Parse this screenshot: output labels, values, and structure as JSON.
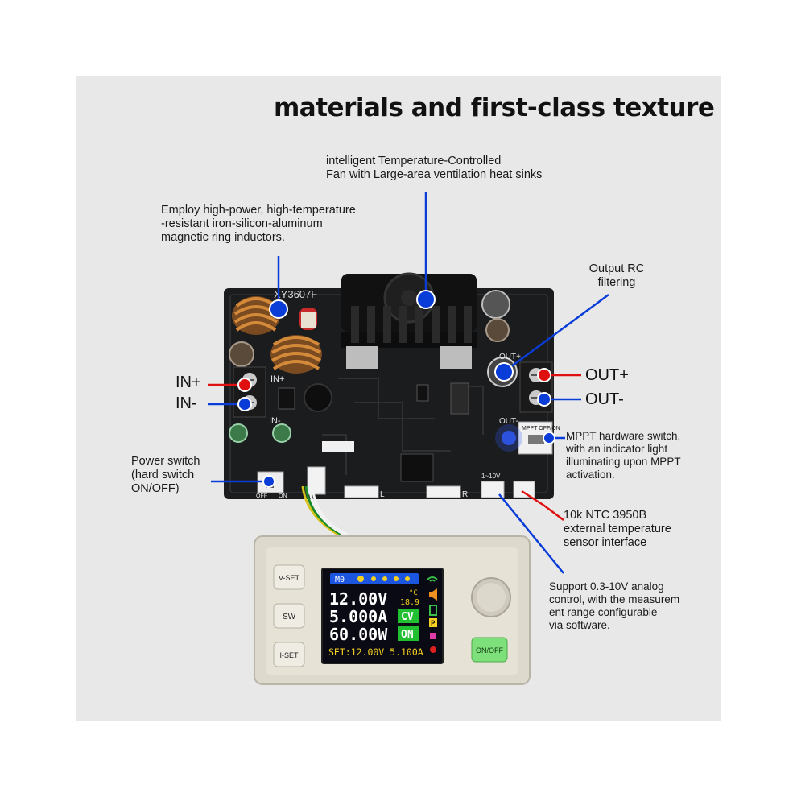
{
  "title": "materials and first-class texture",
  "notes": {
    "fan": [
      "intelligent Temperature-Controlled",
      "Fan with Large-area ventilation heat sinks"
    ],
    "inductor": [
      "Employ high-power, high-temperature",
      "-resistant iron-silicon-aluminum",
      "magnetic ring inductors."
    ],
    "rc_filter": [
      "Output RC",
      "filtering"
    ],
    "power_switch": [
      "Power switch",
      "(hard switch",
      "ON/OFF)"
    ],
    "mppt": [
      "MPPT hardware switch,",
      "with an indicator light",
      "illuminating upon MPPT",
      "activation."
    ],
    "ntc": [
      "10k NTC 3950B",
      "external temperature",
      "sensor interface"
    ],
    "analog": [
      "Support 0.3-10V analog",
      "control, with the measurem",
      "ent range configurable",
      "via software."
    ]
  },
  "terminals": {
    "in_plus": "IN+",
    "in_minus": "IN-",
    "out_plus": "OUT+",
    "out_minus": "OUT-"
  },
  "board": {
    "model": "XY3607F",
    "silk_in_plus": "IN+",
    "silk_in_minus": "IN-",
    "silk_out_plus": "OUT+",
    "silk_out_minus": "OUT-",
    "mppt_silk": "MPPT OFF/ON",
    "range_silk": "1~10V",
    "silk_l": "L",
    "silk_r": "R",
    "silk_off": "OFF",
    "silk_on": "ON"
  },
  "panel_buttons": {
    "vset": "V-SET",
    "sw": "SW",
    "iset": "I-SET",
    "onoff": "ON/OFF"
  },
  "lcd": {
    "mode": "M0",
    "voltage": "12.00V",
    "current": "5.000A",
    "power": "60.00W",
    "temp": "18.9",
    "temp_unit": "°C",
    "cv": "CV",
    "on": "ON",
    "p_badge": "P",
    "setpoint": "SET:12.00V 5.100A"
  },
  "colors": {
    "callout_blue": "#0a3cd8",
    "callout_red": "#e01010",
    "pcb": "#1b1c1e",
    "lcd_bg": "#0a0a14"
  }
}
